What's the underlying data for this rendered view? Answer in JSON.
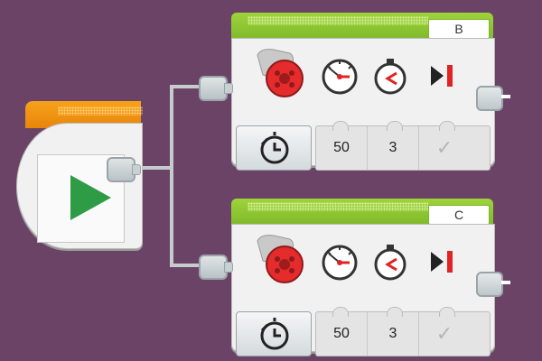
{
  "canvas": {
    "background": "#6b4366",
    "wire_color": "#c6ccce"
  },
  "start_block": {
    "header_color": "#f7a31a",
    "icon": "play-icon",
    "icon_color": "#2e9b46"
  },
  "motor_blocks": [
    {
      "port": "B",
      "header_color": "#8cc63f",
      "mode_icon": "timer-mode-icon",
      "params": {
        "power_icon": "power-dial-icon",
        "time_icon": "stopwatch-icon",
        "brake_icon": "brake-at-end-icon",
        "power": "50",
        "seconds": "3",
        "brake": "✓"
      }
    },
    {
      "port": "C",
      "header_color": "#8cc63f",
      "mode_icon": "timer-mode-icon",
      "params": {
        "power_icon": "power-dial-icon",
        "time_icon": "stopwatch-icon",
        "brake_icon": "brake-at-end-icon",
        "power": "50",
        "seconds": "3",
        "brake": "✓"
      }
    }
  ],
  "accent_red": "#e02424"
}
